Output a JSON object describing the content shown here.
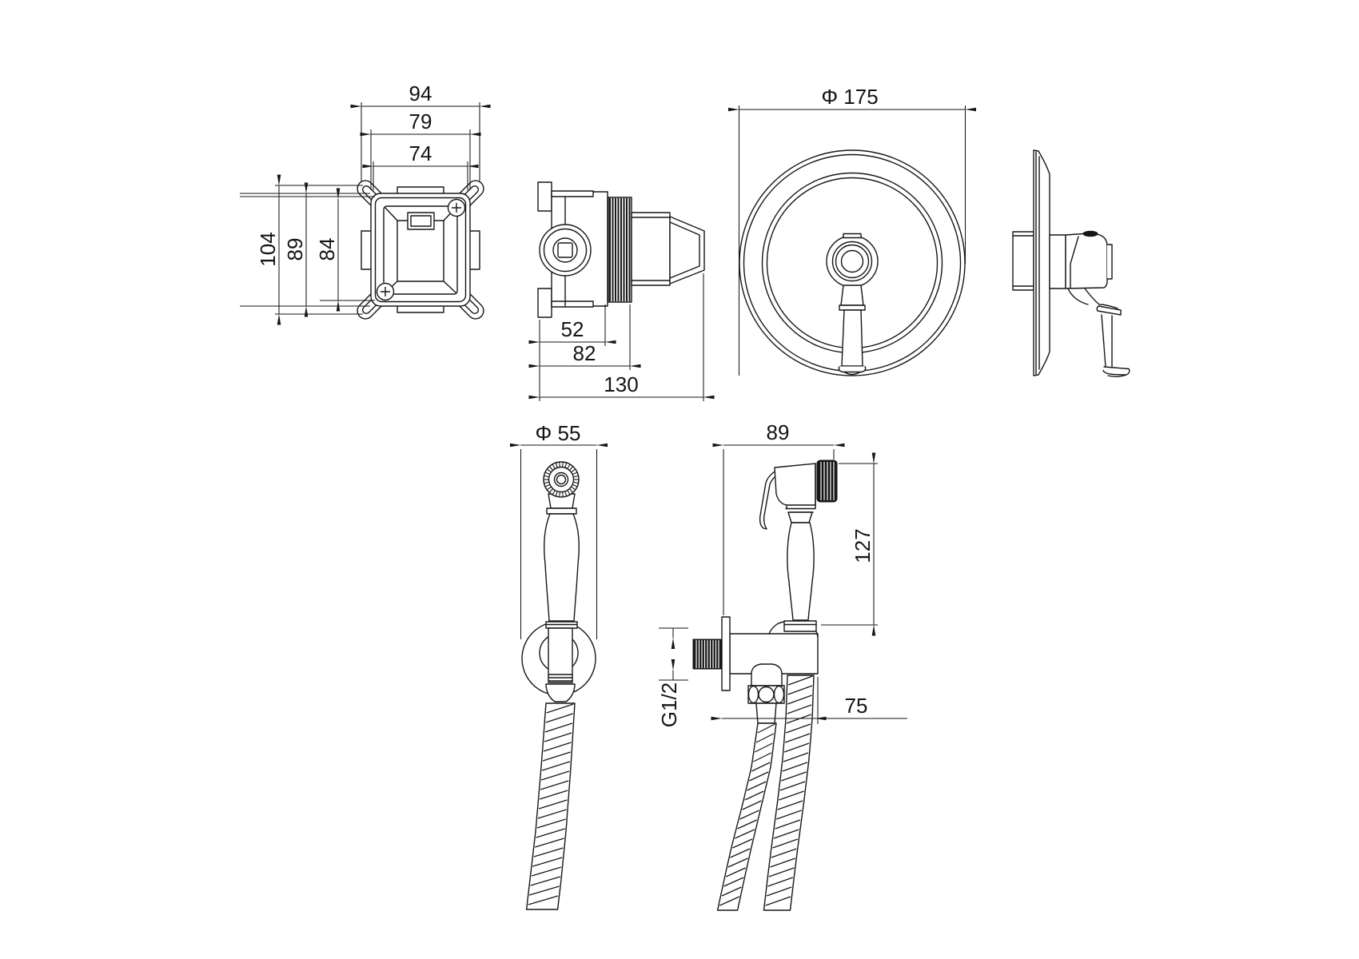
{
  "drawing": {
    "background_color": "#ffffff",
    "line_color": "#161616",
    "views": {
      "valve_front": {
        "width_overall": "94",
        "width_body": "79",
        "width_inner": "74",
        "height_overall": "104",
        "height_body": "89",
        "height_inner": "84"
      },
      "valve_side": {
        "depth_to_flange": "52",
        "depth_to_thread": "82",
        "depth_overall": "130"
      },
      "faceplate_front": {
        "diameter": "Φ 175"
      },
      "sprayer_front": {
        "holder_diameter": "Φ 55"
      },
      "sprayer_side": {
        "head_width": "89",
        "sprayer_height": "127",
        "inlet_thread": "G1/2",
        "bracket_offset": "75"
      }
    }
  }
}
